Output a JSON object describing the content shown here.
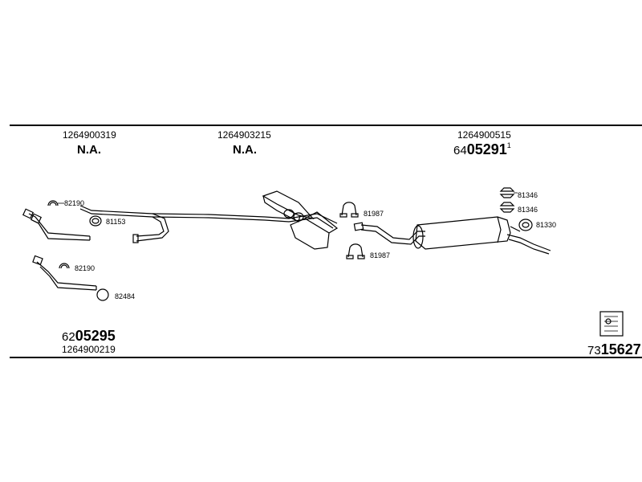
{
  "top_labels": [
    {
      "part_number": "1264900319",
      "status": "N.A."
    },
    {
      "part_number": "1264903215",
      "status": "N.A."
    },
    {
      "part_number": "1264900515",
      "code_prefix": "64",
      "code_main": "05291",
      "code_suffix": "1"
    }
  ],
  "bottom_left": {
    "code_prefix": "62",
    "code_main": "05295",
    "part_number": "1264900219"
  },
  "bottom_right": {
    "code_prefix": "73",
    "code_main": "15627"
  },
  "part_labels": {
    "clamp_1": "82190",
    "ring_1": "81153",
    "clamp_2": "82190",
    "ring_2": "82484",
    "hanger_top": "81987",
    "hanger_bottom": "81987",
    "mount_top": "81346",
    "mount_mid": "81346",
    "mount_bottom": "81330"
  }
}
